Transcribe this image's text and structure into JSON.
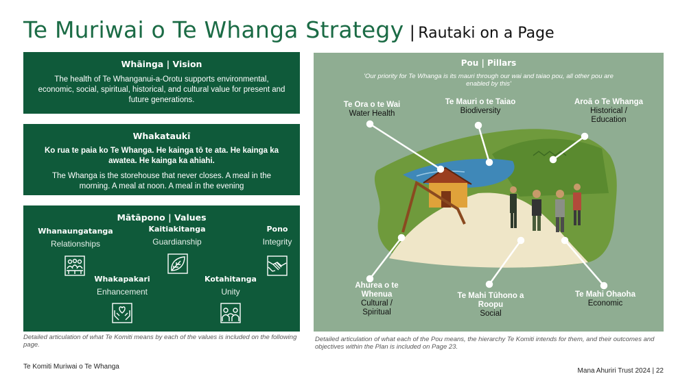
{
  "header": {
    "title": "Te Muriwai o Te Whanga Strategy",
    "separator": "|",
    "subtitle": "Rautaki on a Page"
  },
  "vision": {
    "heading": "Whāinga | Vision",
    "text": "The health of Te Whanganui-a-Orotu supports environmental, economic, social, spiritual, historical, and cultural value for present and future generations."
  },
  "whakatauki": {
    "heading": "Whakataukī",
    "maori": "Ko rua te paia ko Te Whanga. He kainga tō te ata. He kainga ka awatea. He kainga ka ahiahi.",
    "english": "The Whanga is the storehouse that never closes. A meal in the morning. A meal at noon. A meal in the evening"
  },
  "values": {
    "heading": "Mātāpono | Values",
    "items": [
      {
        "title": "Whanaungatanga",
        "english": "Relationships",
        "icon": "people-group-icon"
      },
      {
        "title": "Kaitiakitanga",
        "english": "Guardianship",
        "icon": "leaf-icon"
      },
      {
        "title": "Pono",
        "english": "Integrity",
        "icon": "handshake-icon"
      },
      {
        "title": "Whakapakari",
        "english": "Enhancement",
        "icon": "hands-heart-icon"
      },
      {
        "title": "Kotahitanga",
        "english": "Unity",
        "icon": "people-unity-icon"
      }
    ],
    "caption": "Detailed articulation of what Te Komiti means by each of the values is included on the following page."
  },
  "pillars": {
    "heading": "Pou | Pillars",
    "quote": "'Our priority for Te Whanga is its mauri through our wai and taiao pou, all other pou are enabled by this'",
    "items": [
      {
        "title": "Te Ora o te Wai",
        "english": "Water Health"
      },
      {
        "title": "Te Mauri o te Taiao",
        "english": "Biodiversity"
      },
      {
        "title": "Aroā o Te Whanga",
        "english": "Historical / Education"
      },
      {
        "title": "Ahurea o te Whenua",
        "english": "Cultural / Spiritual"
      },
      {
        "title": "Te Mahi Tūhono a Roopu",
        "english": "Social"
      },
      {
        "title": "Te Mahi Ohaoha",
        "english": "Economic"
      }
    ],
    "caption": "Detailed articulation of what each of the Pou means, the hierarchy Te Komiti intends for them, and their outcomes and objectives within the Plan is included on Page 23."
  },
  "footer": {
    "left": "Te Komiti Muriwai o Te Whanga",
    "right": "Mana Ahuriri Trust 2024  |  22"
  },
  "colors": {
    "brand_green": "#1b6b45",
    "panel_green": "#0f5a3a",
    "pillar_bg": "#8fad92"
  }
}
